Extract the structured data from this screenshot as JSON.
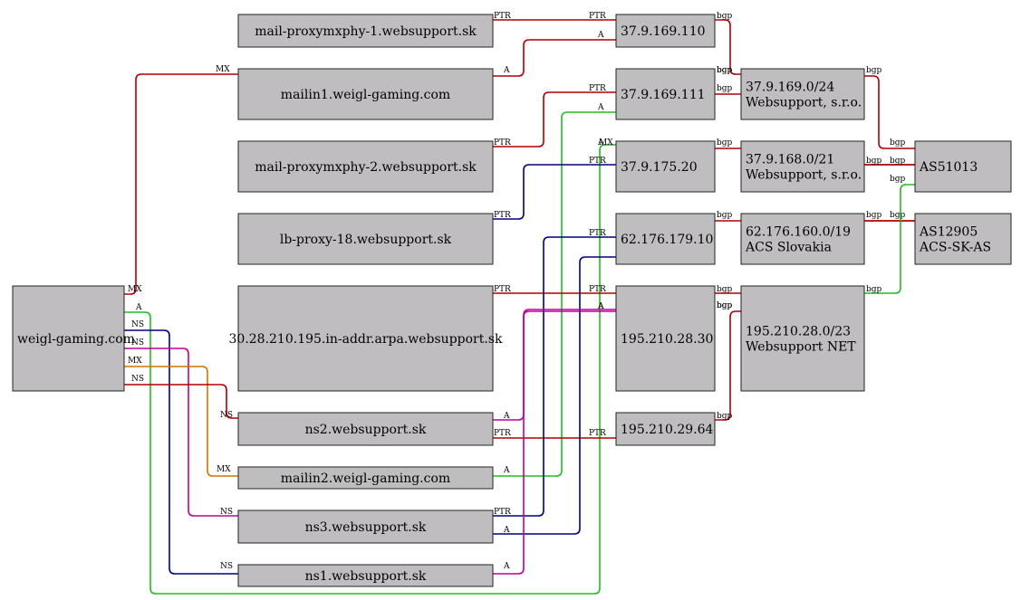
{
  "colors": {
    "red": "#b00000",
    "green": "#22bb22",
    "blue": "#000080",
    "magenta": "#bb0099",
    "orange": "#cc7700",
    "node_fill": "#c0bdc0"
  },
  "nodes": [
    {
      "id": "weigl",
      "lines": [
        "weigl-gaming.com"
      ]
    },
    {
      "id": "mpx1",
      "lines": [
        "mail-proxymxphy-1.websupport.sk"
      ]
    },
    {
      "id": "mailin1",
      "lines": [
        "mailin1.weigl-gaming.com"
      ]
    },
    {
      "id": "mpx2",
      "lines": [
        "mail-proxymxphy-2.websupport.sk"
      ]
    },
    {
      "id": "lb18",
      "lines": [
        "lb-proxy-18.websupport.sk"
      ]
    },
    {
      "id": "arpa",
      "lines": [
        "30.28.210.195.in-addr.arpa.websupport.sk"
      ]
    },
    {
      "id": "ns2",
      "lines": [
        "ns2.websupport.sk"
      ]
    },
    {
      "id": "mailin2",
      "lines": [
        "mailin2.weigl-gaming.com"
      ]
    },
    {
      "id": "ns3",
      "lines": [
        "ns3.websupport.sk"
      ]
    },
    {
      "id": "ns1",
      "lines": [
        "ns1.websupport.sk"
      ]
    },
    {
      "id": "ip110",
      "lines": [
        "37.9.169.110"
      ]
    },
    {
      "id": "ip111",
      "lines": [
        "37.9.169.111"
      ]
    },
    {
      "id": "ip20",
      "lines": [
        "37.9.175.20"
      ]
    },
    {
      "id": "ip10",
      "lines": [
        "62.176.179.10"
      ]
    },
    {
      "id": "ip30",
      "lines": [
        "195.210.28.30"
      ]
    },
    {
      "id": "ip64",
      "lines": [
        "195.210.29.64"
      ]
    },
    {
      "id": "net169",
      "lines": [
        "37.9.169.0/24",
        "Websupport, s.r.o."
      ]
    },
    {
      "id": "net168",
      "lines": [
        "37.9.168.0/21",
        "Websupport, s.r.o."
      ]
    },
    {
      "id": "net160",
      "lines": [
        "62.176.160.0/19",
        "ACS Slovakia"
      ]
    },
    {
      "id": "net28",
      "lines": [
        "195.210.28.0/23",
        "Websupport NET"
      ]
    },
    {
      "id": "as51013",
      "lines": [
        "AS51013"
      ]
    },
    {
      "id": "as12905",
      "lines": [
        "AS12905",
        "ACS-SK-AS"
      ]
    }
  ],
  "edges": [
    {
      "id": "e-mx-mailin1",
      "color": "red",
      "labels": [
        "MX",
        "MX"
      ]
    },
    {
      "id": "e-a-mailin2",
      "color": "green",
      "labels": [
        "A",
        "MX"
      ]
    },
    {
      "id": "e-ns-ns1",
      "color": "blue",
      "labels": [
        "NS",
        "NS"
      ]
    },
    {
      "id": "e-ns-ns3",
      "color": "magenta",
      "labels": [
        "NS",
        "NS"
      ]
    },
    {
      "id": "e-mx-mailin2",
      "color": "orange",
      "labels": [
        "MX",
        "MX"
      ]
    },
    {
      "id": "e-ns-ns2",
      "color": "red",
      "labels": [
        "NS",
        "NS"
      ]
    },
    {
      "id": "e-ptr-mpx1",
      "color": "red",
      "labels": [
        "PTR",
        "PTR"
      ]
    },
    {
      "id": "e-a-mailin1",
      "color": "red",
      "labels": [
        "A",
        "A"
      ]
    },
    {
      "id": "e-ptr-mpx2",
      "color": "red",
      "labels": [
        "PTR",
        "PTR"
      ]
    },
    {
      "id": "e-a-mailin2-111",
      "color": "green",
      "labels": [
        "A",
        "A"
      ]
    },
    {
      "id": "e-ptr-lb18",
      "color": "blue",
      "labels": [
        "PTR",
        "PTR"
      ]
    },
    {
      "id": "e-a-weigl-20",
      "color": "green",
      "labels": [
        "A"
      ]
    },
    {
      "id": "e-ptr-arpa",
      "color": "red",
      "labels": [
        "PTR",
        "PTR"
      ]
    },
    {
      "id": "e-a-ns2",
      "color": "magenta",
      "labels": [
        "A",
        "A"
      ]
    },
    {
      "id": "e-ptr-ns2",
      "color": "red",
      "labels": [
        "PTR",
        "PTR"
      ]
    },
    {
      "id": "e-ptr-ns3",
      "color": "blue",
      "labels": [
        "PTR",
        "PTR"
      ]
    },
    {
      "id": "e-a-ns3",
      "color": "blue",
      "labels": [
        "A"
      ]
    },
    {
      "id": "e-a-ns1",
      "color": "magenta",
      "labels": [
        "A",
        "A"
      ]
    },
    {
      "id": "e-bgp-110",
      "color": "red",
      "labels": [
        "bgp",
        "bgp"
      ]
    },
    {
      "id": "e-bgp-111",
      "color": "red",
      "labels": [
        "bgp",
        "bgp"
      ]
    },
    {
      "id": "e-bgp-20",
      "color": "red",
      "labels": [
        "bgp"
      ]
    },
    {
      "id": "e-bgp-10",
      "color": "red",
      "labels": [
        "bgp"
      ]
    },
    {
      "id": "e-bgp-30",
      "color": "red",
      "labels": [
        "bgp",
        "bgp"
      ]
    },
    {
      "id": "e-bgp-64",
      "color": "red",
      "labels": [
        "bgp",
        "bgp"
      ]
    },
    {
      "id": "e-bgp-net169",
      "color": "red",
      "labels": [
        "bgp",
        "bgp"
      ]
    },
    {
      "id": "e-bgp-net168",
      "color": "red",
      "labels": [
        "bgp",
        "bgp"
      ]
    },
    {
      "id": "e-bgp-net160",
      "color": "red",
      "labels": [
        "bgp",
        "bgp"
      ]
    },
    {
      "id": "e-bgp-net28",
      "color": "green",
      "labels": [
        "bgp",
        "bgp"
      ]
    }
  ]
}
